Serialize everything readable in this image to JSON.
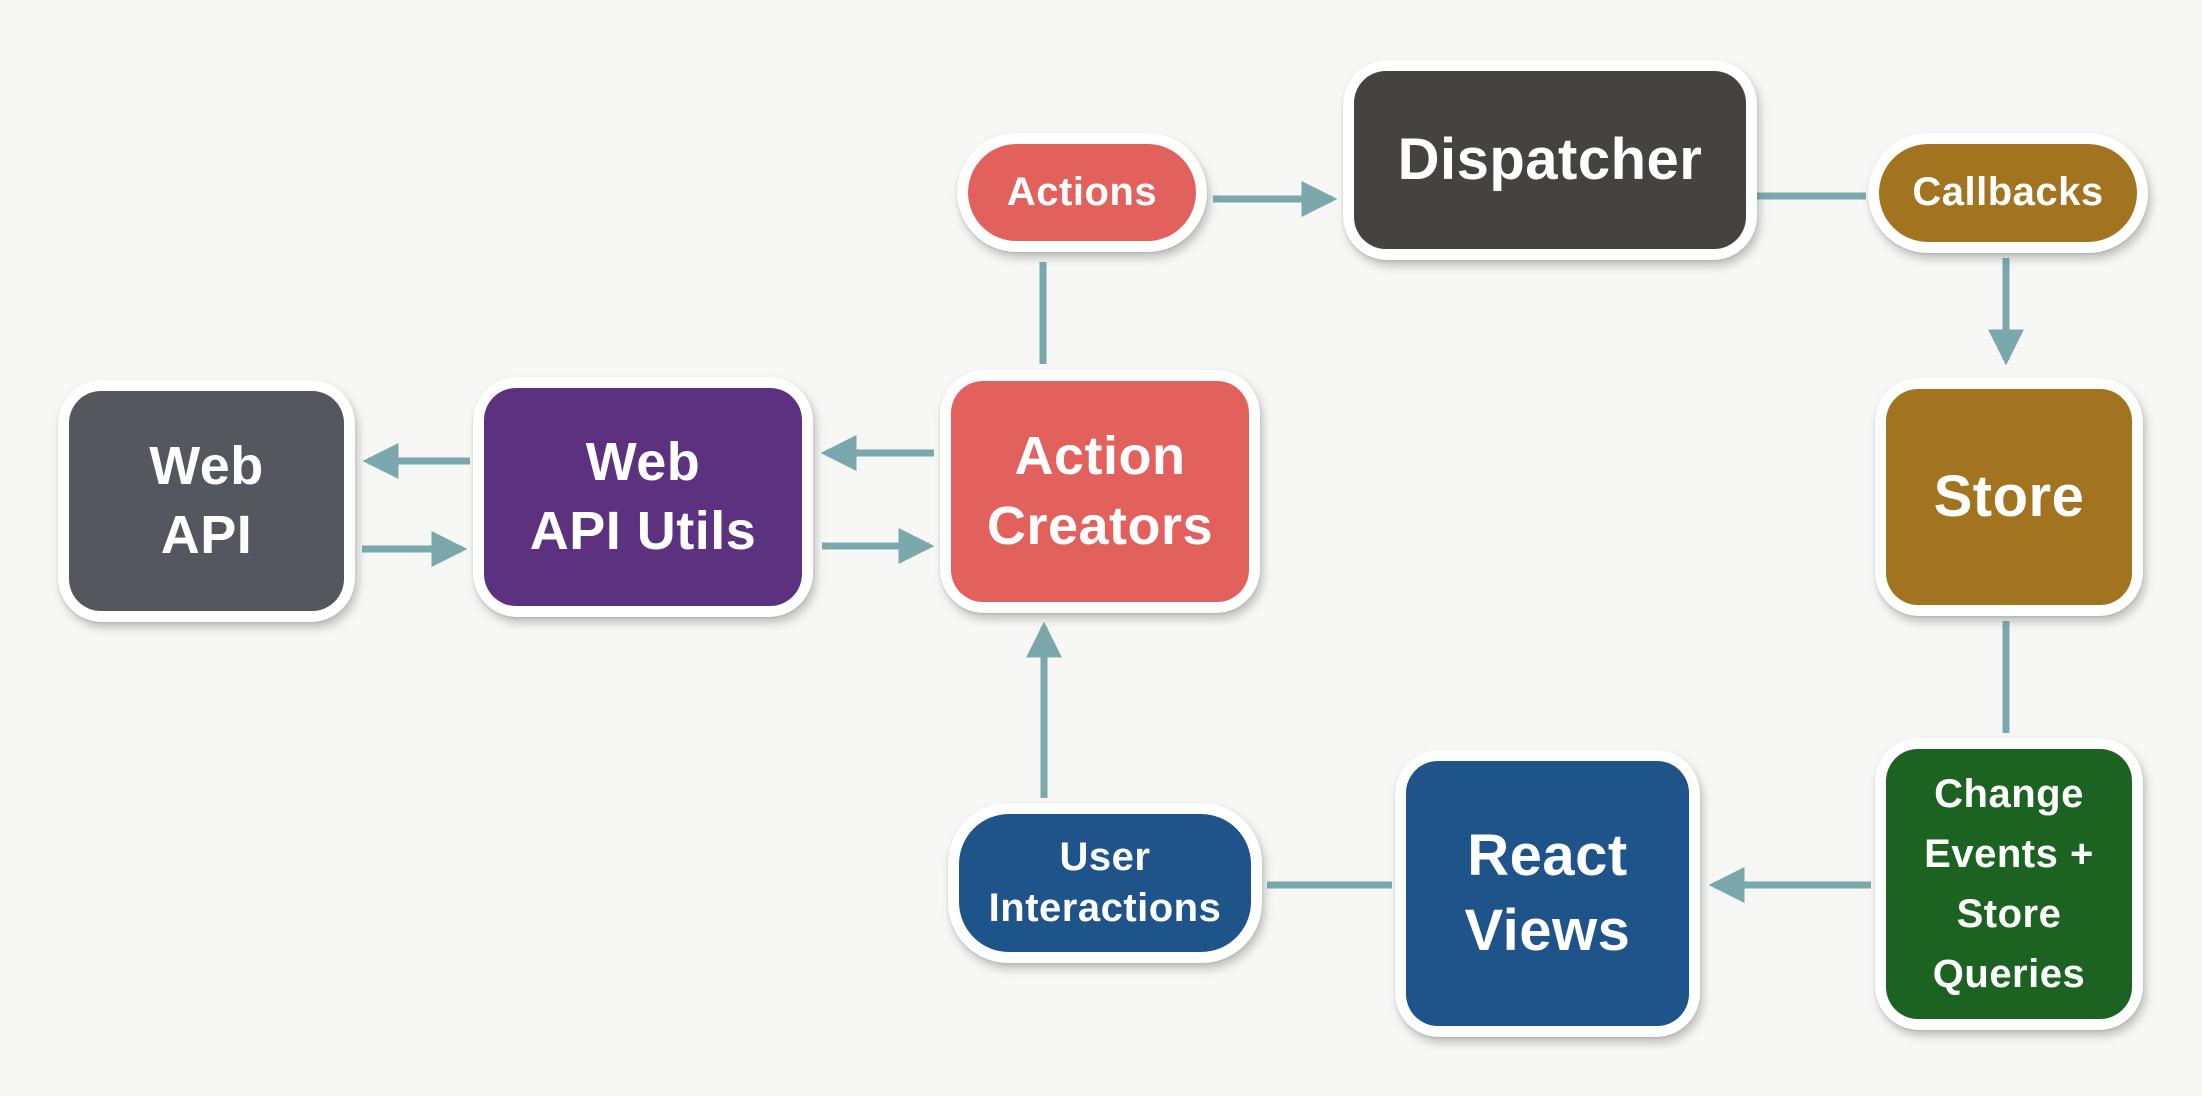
{
  "diagram": {
    "background_color": "#F7F7F5",
    "arrow_color": "#7AA8AC",
    "nodes": {
      "web_api": {
        "label": "Web\nAPI",
        "color": "#54585E"
      },
      "web_api_utils": {
        "label": "Web\nAPI Utils",
        "color": "#5C3180"
      },
      "action_creators": {
        "label": "Action\nCreators",
        "color": "#E2615C"
      },
      "actions": {
        "label": "Actions",
        "color": "#E2615C"
      },
      "dispatcher": {
        "label": "Dispatcher",
        "color": "#454241"
      },
      "callbacks": {
        "label": "Callbacks",
        "color": "#A3741F"
      },
      "store": {
        "label": "Store",
        "color": "#A3741F"
      },
      "change_events": {
        "label": "Change\nEvents +\nStore\nQueries",
        "color": "#1C6321"
      },
      "react_views": {
        "label": "React\nViews",
        "color": "#1E5489"
      },
      "user_interactions": {
        "label": "User\nInteractions",
        "color": "#1E5489"
      }
    },
    "edges": [
      {
        "from": "Actions",
        "to": "Dispatcher",
        "arrowhead": true
      },
      {
        "from": "Dispatcher",
        "to": "Callbacks",
        "arrowhead": false
      },
      {
        "from": "Callbacks",
        "to": "Store",
        "arrowhead": true
      },
      {
        "from": "Store",
        "to": "Change Events + Store Queries",
        "arrowhead": false
      },
      {
        "from": "Change Events + Store Queries",
        "to": "React Views",
        "arrowhead": true
      },
      {
        "from": "React Views",
        "to": "User Interactions",
        "arrowhead": false
      },
      {
        "from": "User Interactions",
        "to": "Action Creators",
        "arrowhead": true
      },
      {
        "from": "Action Creators",
        "to": "Actions",
        "arrowhead": false
      },
      {
        "from": "Action Creators",
        "to": "Web API Utils",
        "arrowhead": true
      },
      {
        "from": "Web API Utils",
        "to": "Action Creators",
        "arrowhead": true
      },
      {
        "from": "Web API Utils",
        "to": "Web API",
        "arrowhead": true
      },
      {
        "from": "Web API",
        "to": "Web API Utils",
        "arrowhead": true
      }
    ]
  }
}
